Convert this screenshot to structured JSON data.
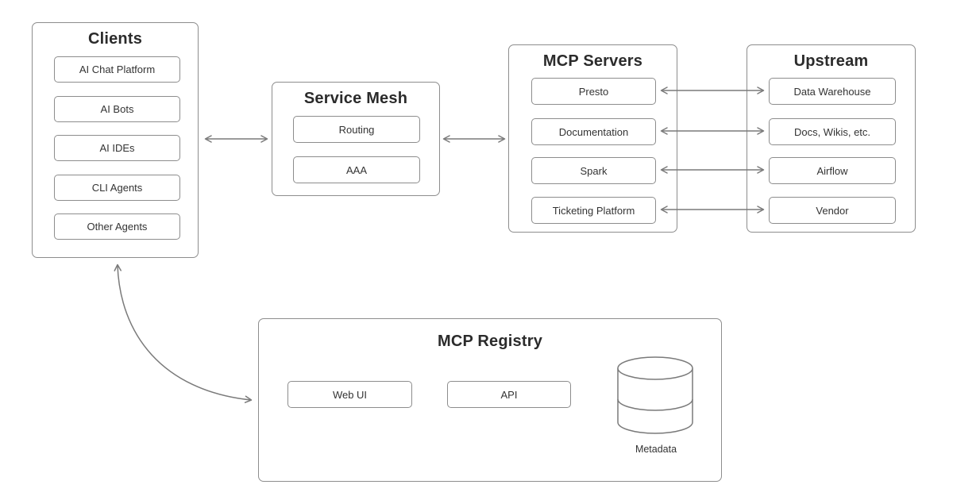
{
  "groups": {
    "clients": {
      "title": "Clients",
      "items": [
        "AI Chat Platform",
        "AI Bots",
        "AI IDEs",
        "CLI Agents",
        "Other Agents"
      ]
    },
    "service_mesh": {
      "title": "Service Mesh",
      "items": [
        "Routing",
        "AAA"
      ]
    },
    "mcp_servers": {
      "title": "MCP Servers",
      "items": [
        "Presto",
        "Documentation",
        "Spark",
        "Ticketing Platform"
      ]
    },
    "upstream": {
      "title": "Upstream",
      "items": [
        "Data Warehouse",
        "Docs, Wikis, etc.",
        "Airflow",
        "Vendor"
      ]
    },
    "mcp_registry": {
      "title": "MCP Registry",
      "items": [
        "Web UI",
        "API"
      ],
      "datastore_label": "Metadata"
    }
  },
  "connections": [
    {
      "from": "Clients",
      "to": "Service Mesh",
      "type": "bidirectional"
    },
    {
      "from": "Service Mesh",
      "to": "MCP Servers",
      "type": "bidirectional"
    },
    {
      "from": "Presto",
      "to": "Data Warehouse",
      "type": "bidirectional"
    },
    {
      "from": "Documentation",
      "to": "Docs, Wikis, etc.",
      "type": "bidirectional"
    },
    {
      "from": "Spark",
      "to": "Airflow",
      "type": "bidirectional"
    },
    {
      "from": "Ticketing Platform",
      "to": "Vendor",
      "type": "bidirectional"
    },
    {
      "from": "Clients",
      "to": "MCP Registry",
      "type": "bidirectional-curved"
    }
  ],
  "colors": {
    "background": "#ffffff",
    "box_border": "#8d8d8d",
    "arrow": "#7a7a7a",
    "title_text": "#2b2b2b",
    "label_text": "#333333"
  }
}
